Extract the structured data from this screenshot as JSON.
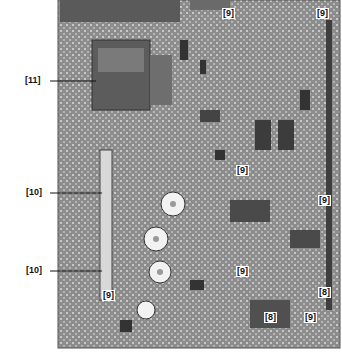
{
  "diagram": {
    "labels": [
      "[9]",
      "[9]",
      "[11]",
      "[10]",
      "[9]",
      "[9]",
      "[9]",
      "[10]",
      "[8]",
      "[9]",
      "[8]",
      "[9]"
    ]
  }
}
